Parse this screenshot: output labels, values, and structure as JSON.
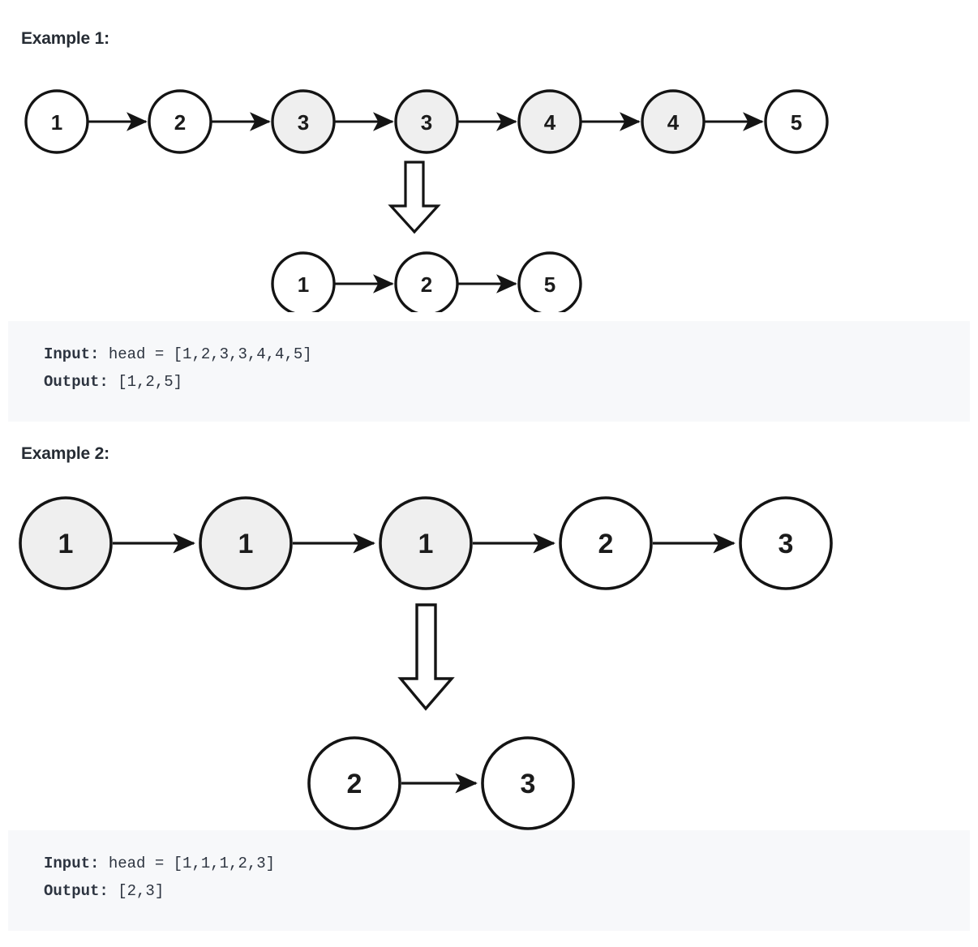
{
  "page": {
    "background": "#ffffff",
    "text_color": "#263238"
  },
  "examples": [
    {
      "heading": "Example 1:",
      "input_list": {
        "nodes": [
          {
            "value": "1",
            "highlight": false
          },
          {
            "value": "2",
            "highlight": false
          },
          {
            "value": "3",
            "highlight": true
          },
          {
            "value": "3",
            "highlight": true
          },
          {
            "value": "4",
            "highlight": true
          },
          {
            "value": "4",
            "highlight": true
          },
          {
            "value": "5",
            "highlight": false
          }
        ]
      },
      "transform_arrow": "down-block-arrow",
      "output_list": {
        "nodes": [
          {
            "value": "1",
            "highlight": false
          },
          {
            "value": "2",
            "highlight": false
          },
          {
            "value": "5",
            "highlight": false
          }
        ]
      },
      "code": {
        "input_label": "Input:",
        "input_value": " head = [1,2,3,3,4,4,5]",
        "output_label": "Output:",
        "output_value": " [1,2,5]"
      }
    },
    {
      "heading": "Example 2:",
      "input_list": {
        "nodes": [
          {
            "value": "1",
            "highlight": true
          },
          {
            "value": "1",
            "highlight": true
          },
          {
            "value": "1",
            "highlight": true
          },
          {
            "value": "2",
            "highlight": false
          },
          {
            "value": "3",
            "highlight": false
          }
        ]
      },
      "transform_arrow": "down-block-arrow",
      "output_list": {
        "nodes": [
          {
            "value": "2",
            "highlight": false
          },
          {
            "value": "3",
            "highlight": false
          }
        ]
      },
      "code": {
        "input_label": "Input:",
        "input_value": " head = [1,1,1,2,3]",
        "output_label": "Output:",
        "output_value": " [2,3]"
      }
    }
  ],
  "colors": {
    "node_stroke": "#141414",
    "node_fill_plain": "#ffffff",
    "node_fill_highlight": "#efefef",
    "arrow": "#141414",
    "code_background": "#f7f8fa",
    "code_text": "#2d3440",
    "heading_text": "#262c34"
  }
}
